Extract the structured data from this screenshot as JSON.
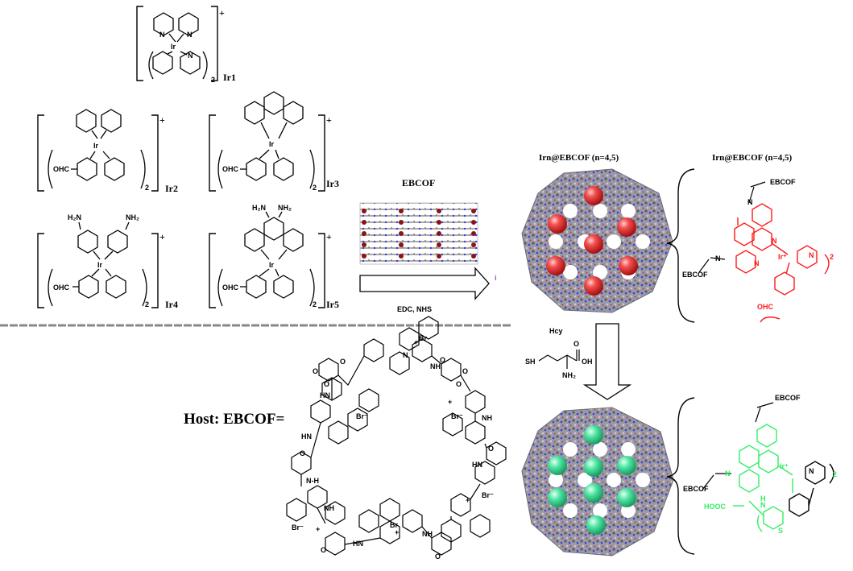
{
  "complexes": {
    "ir1": {
      "label": "Ir1",
      "charge": "+",
      "subscript": "2",
      "metal": "Ir",
      "n": "N"
    },
    "ir2": {
      "label": "Ir2",
      "charge": "+",
      "subscript": "2",
      "metal": "Ir",
      "sub": "OHC"
    },
    "ir3": {
      "label": "Ir3",
      "charge": "+",
      "subscript": "2",
      "metal": "Ir",
      "sub": "OHC"
    },
    "ir4": {
      "label": "Ir4",
      "charge": "+",
      "subscript": "2",
      "metal": "Ir",
      "sub": "OHC",
      "amine": "H₂N",
      "amine2": "NH₂"
    },
    "ir5": {
      "label": "Ir5",
      "charge": "+",
      "subscript": "2",
      "metal": "Ir",
      "sub": "OHC",
      "amine": "H₂N",
      "amine2": "NH₂"
    }
  },
  "reaction": {
    "framework_label": "EBCOF",
    "reagents": "EDC, NHS",
    "stray_mark": "i"
  },
  "product": {
    "title_left": "Irn@EBCOF (n=4,5)",
    "title_right": "Irn@EBCOF (n=4,5)",
    "ebcof_top": "EBCOF",
    "ebcof_left": "EBCOF",
    "metal": "Ir⁺",
    "sub": "OHC",
    "n_label": "N",
    "subscript": "2"
  },
  "analyte": {
    "name": "Hcy",
    "sh": "SH",
    "oh": "OH",
    "o": "O",
    "nh2": "NH₂"
  },
  "adduct": {
    "ebcof_top": "EBCOF",
    "ebcof_left": "EBCOF",
    "metal": "Ir⁺",
    "hooc": "HOOC",
    "nh": "N",
    "h": "H",
    "s": "S",
    "subscript": "2"
  },
  "host": {
    "label": "Host: EBCOF=",
    "bromide": "Br⁻",
    "bromide2": "Br",
    "nh": "NH",
    "hn": "HN",
    "nh_h": "N-H",
    "o": "O",
    "plus": "+",
    "n": "N"
  },
  "colors": {
    "red_complex": "#ff1a1a",
    "green_complex": "#33ee66",
    "red_sphere": "#e83a3a",
    "green_sphere": "#3fe09a",
    "framework_grey": "#8a8a96",
    "divider": "#888888"
  }
}
